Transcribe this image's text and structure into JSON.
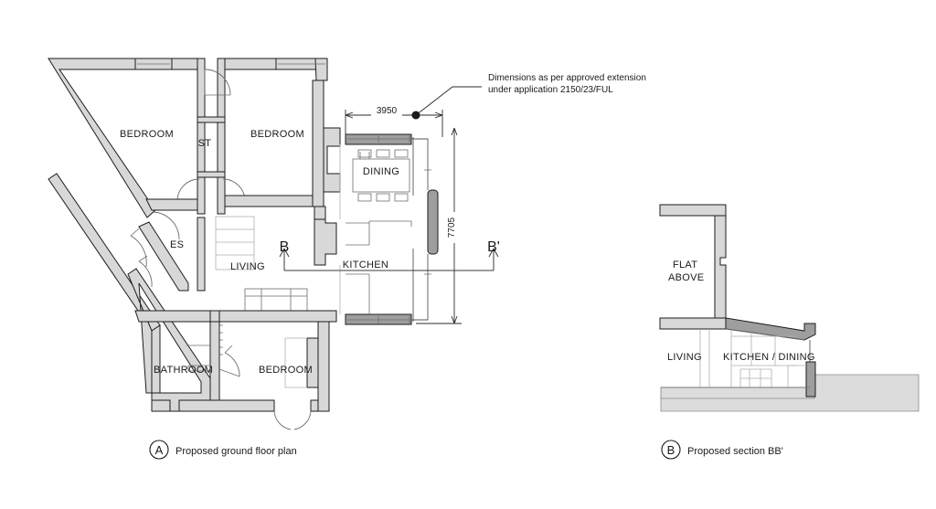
{
  "sheet": {
    "background_color": "#ffffff",
    "line_color": "#1d1d1d",
    "wall_fill": "#d8d8d8",
    "wall_fill_dark": "#9e9e9e",
    "ground_fill": "#dcdcdc"
  },
  "annotation": {
    "line1": "Dimensions as per approved extension",
    "line2": "under application 2150/23/FUL"
  },
  "dimensions": {
    "horizontal": "3950",
    "vertical": "7705"
  },
  "section_marks": {
    "left": "B",
    "right": "B'"
  },
  "plan": {
    "rooms": [
      {
        "name": "bedroom-nw",
        "label": "BEDROOM"
      },
      {
        "name": "store",
        "label": "ST"
      },
      {
        "name": "bedroom-n",
        "label": "BEDROOM"
      },
      {
        "name": "ensuite",
        "label": "ES"
      },
      {
        "name": "living",
        "label": "LIVING"
      },
      {
        "name": "dining",
        "label": "DINING"
      },
      {
        "name": "kitchen",
        "label": "KITCHEN"
      },
      {
        "name": "bathroom",
        "label": "BATHROOM"
      },
      {
        "name": "bedroom-s",
        "label": "BEDROOM"
      }
    ]
  },
  "section": {
    "rooms": [
      {
        "name": "flat-above",
        "label_line1": "FLAT",
        "label_line2": "ABOVE"
      },
      {
        "name": "living",
        "label": "LIVING"
      },
      {
        "name": "kitchen-dining",
        "label": "KITCHEN / DINING"
      }
    ]
  },
  "captions": {
    "plan": {
      "mark": "A",
      "text": "Proposed ground floor plan"
    },
    "section": {
      "mark": "B",
      "text": "Proposed section BB'"
    }
  }
}
